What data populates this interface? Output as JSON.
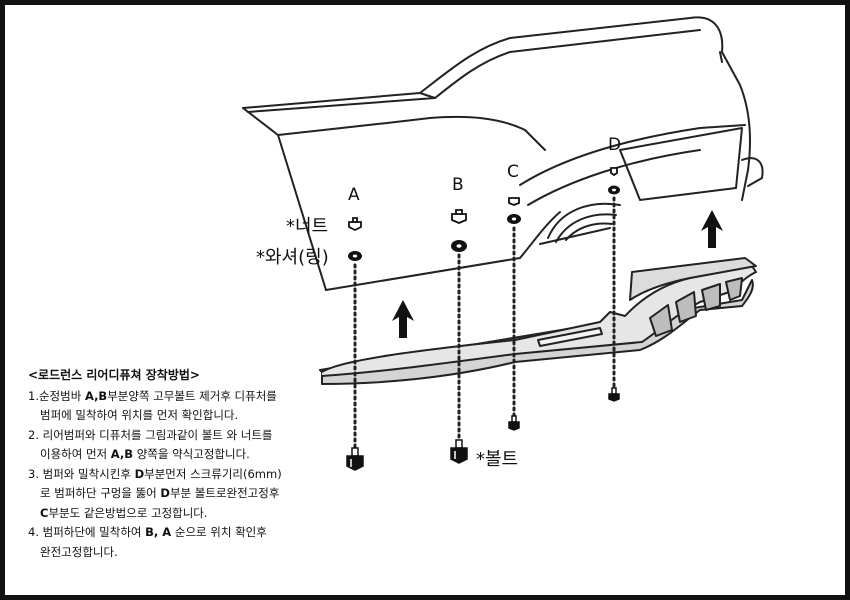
{
  "labels": {
    "point_a": "A",
    "point_b": "B",
    "point_c": "C",
    "point_d": "D",
    "nut": "*너트",
    "washer": "*와셔(링)",
    "bolt": "*볼트"
  },
  "instructions": {
    "title": "<로드런스 리어디퓨쳐  장착방법>",
    "steps": [
      {
        "lines": [
          [
            {
              "t": "1.순정범바 "
            },
            {
              "t": "A,B",
              "b": true
            },
            {
              "t": "부분양쪽 고무볼트 제거후 디퓨처를"
            }
          ],
          [
            {
              "t": "범퍼에 밀착하여 위치를 먼저 확인합니다."
            }
          ]
        ]
      },
      {
        "lines": [
          [
            {
              "t": "2. 리어범퍼와 디퓨처를 그림과같이 볼트 와 너트를"
            }
          ],
          [
            {
              "t": "이용하여 먼저 "
            },
            {
              "t": "A,B",
              "b": true
            },
            {
              "t": "  양쪽을  약식고정합니다."
            }
          ]
        ]
      },
      {
        "lines": [
          [
            {
              "t": "3. 범퍼와 밀착시킨후 "
            },
            {
              "t": "D",
              "b": true
            },
            {
              "t": "부분먼저   스크류기리(6mm)"
            }
          ],
          [
            {
              "t": "로 범퍼하단 구멍을 뚫어 "
            },
            {
              "t": "D",
              "b": true
            },
            {
              "t": "부분 볼트로완전고정후"
            }
          ],
          [
            {
              "t": "C",
              "b": true
            },
            {
              "t": "부분도 같은방법으로 고정합니다."
            }
          ]
        ]
      },
      {
        "lines": [
          [
            {
              "t": "4. 범퍼하단에 밀착하여  "
            },
            {
              "t": "B, A",
              "b": true
            },
            {
              "t": " 순으로 위치 확인후"
            }
          ],
          [
            {
              "t": "완전고정합니다."
            }
          ]
        ]
      }
    ]
  },
  "colors": {
    "frame": "#111111",
    "line": "#222222",
    "diffuser_fill": "#d4d4d4",
    "arrow": "#111111"
  }
}
